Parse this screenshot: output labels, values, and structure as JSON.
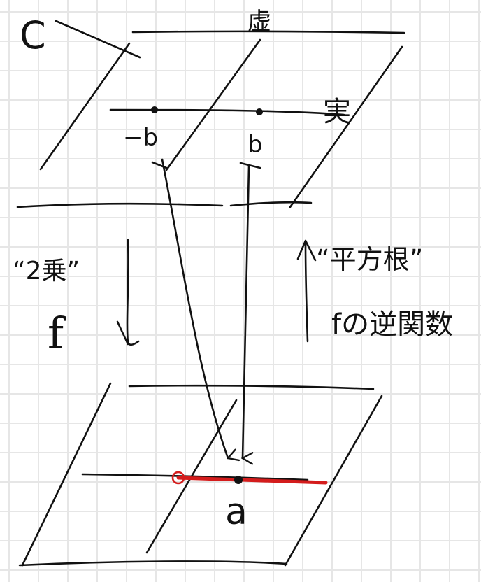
{
  "diagram": {
    "plane_label": "C",
    "upper_axis_imag": "虚",
    "upper_axis_real": "実",
    "point_neg": "−b",
    "point_pos": "b",
    "map_down_quote": "“2乗”",
    "map_down_name": "f",
    "map_up_quote": "“平方根”",
    "map_up_desc": "fの逆関数",
    "point_a": "a",
    "colors": {
      "ink": "#111111",
      "highlight": "#d41c1c",
      "grid": "#e6e6e6"
    }
  }
}
